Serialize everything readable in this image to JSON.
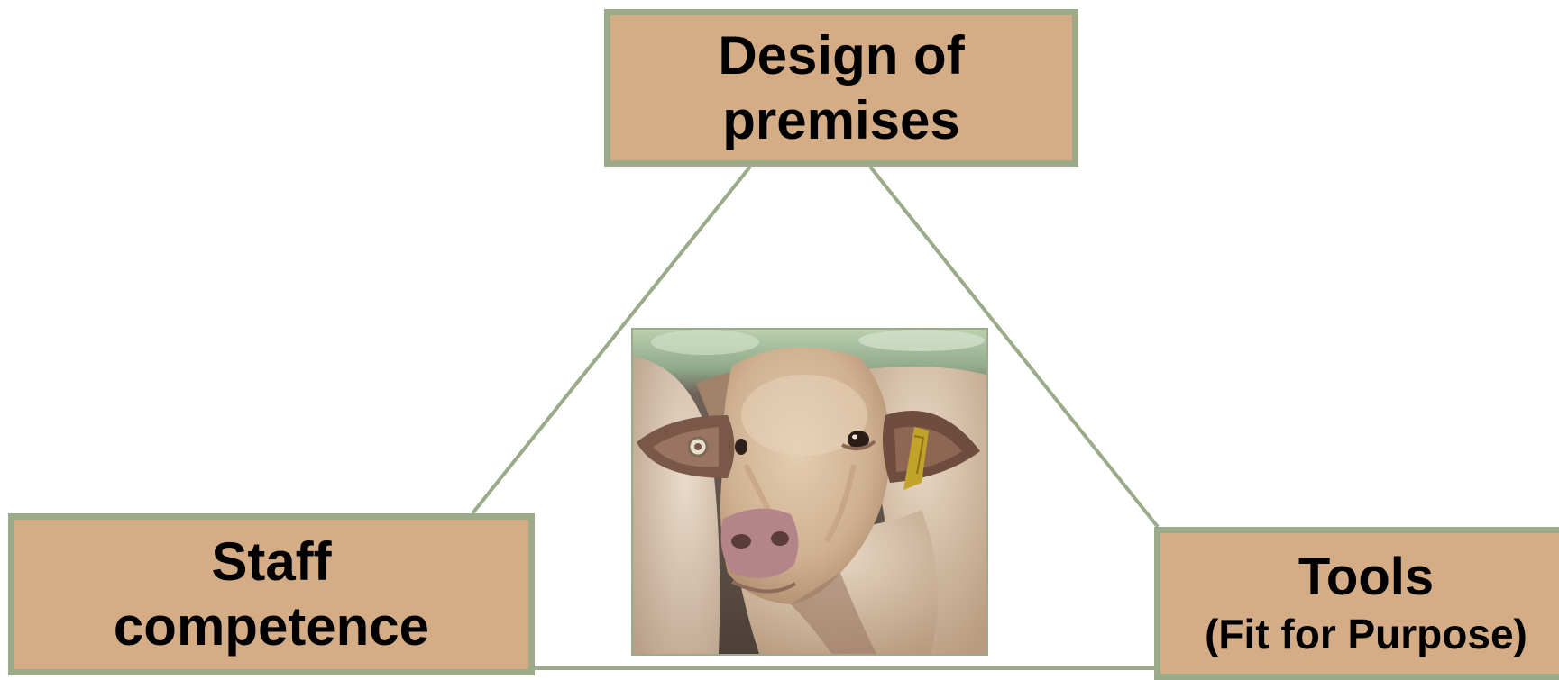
{
  "diagram": {
    "nodes": {
      "top": {
        "line1": "Design of",
        "line2": "premises"
      },
      "left": {
        "line1": "Staff",
        "line2": "competence"
      },
      "right": {
        "line1": "Tools",
        "line2": "(Fit for Purpose)"
      }
    },
    "colors": {
      "box_fill": "#d4ad86",
      "box_border": "#9bab8a",
      "connector": "#9bab8a",
      "text": "#000000"
    },
    "center_image": "cattle-photo"
  }
}
